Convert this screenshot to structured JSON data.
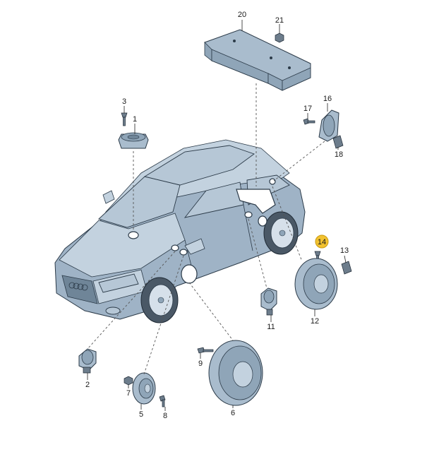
{
  "callouts": {
    "c1": "1",
    "c2": "2",
    "c3": "3",
    "c5": "5",
    "c6": "6",
    "c7": "7",
    "c8": "8",
    "c9": "9",
    "c11": "11",
    "c12": "12",
    "c13": "13",
    "c14": "14",
    "c16": "16",
    "c17": "17",
    "c18": "18",
    "c20": "20",
    "c21": "21"
  },
  "colors": {
    "body": "#9fb3c6",
    "highlight": "#f2c230",
    "line": "#2b3a48"
  }
}
